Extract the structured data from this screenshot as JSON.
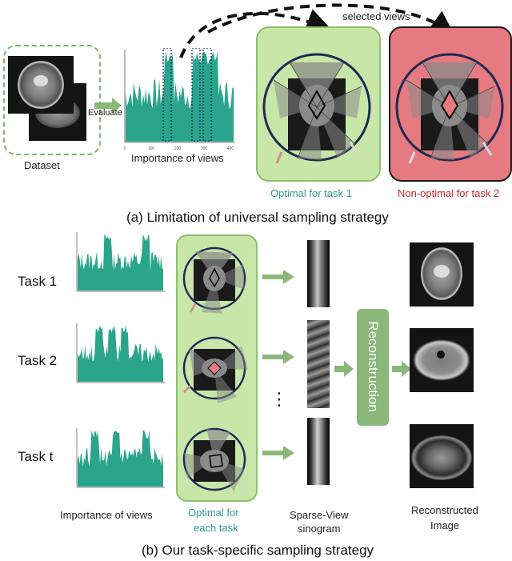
{
  "captions": {
    "part_a": "(a) Limitation of universal sampling strategy",
    "part_b": "(b) Our task-specific sampling strategy"
  },
  "part_a": {
    "dataset_label": "Dataset",
    "evaluate_label": "Evaluate",
    "importance_label": "Importance of views",
    "selected_views_label": "selected views",
    "optimal_label": "Optimal for task 1",
    "non_optimal_label": "Non-optimal for task 2",
    "x_ticks": [
      "0",
      "100",
      "200",
      "300",
      "400"
    ]
  },
  "part_b": {
    "tasks": [
      "Task 1",
      "Task 2",
      "Task t"
    ],
    "ellipsis": "⋮",
    "importance_label": "Importance of views",
    "optimal_label_line1": "Optimal for",
    "optimal_label_line2": "each task",
    "sinogram_label_line1": "Sparse-View",
    "sinogram_label_line2": "sinogram",
    "reconstruction_label": "Reconstruction",
    "reconstructed_label_line1": "Reconstructed",
    "reconstructed_label_line2": "Image"
  },
  "colors": {
    "histogram": "#2aa58c",
    "green_panel": "#c7e6a8",
    "green_panel_border": "#8cc06c",
    "red_panel": "#e57a80",
    "red_panel_border": "#1a1a1a",
    "arrow": "#8ab87a",
    "optimal_text": "#2e9a8a",
    "non_optimal_text": "#c0272d"
  }
}
